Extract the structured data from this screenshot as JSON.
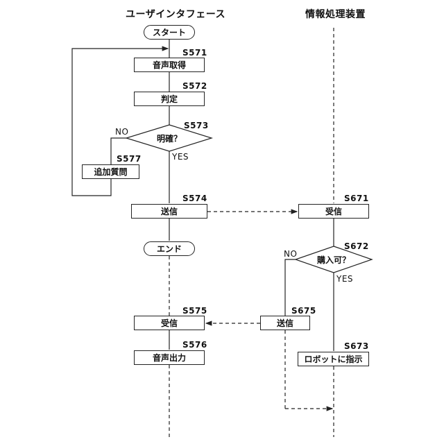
{
  "lanes": {
    "user_interface": "ユーザインタフェース",
    "info_processor": "情報処理装置"
  },
  "ui": {
    "start": "スタート",
    "end": "エンド",
    "s571": {
      "step": "S571",
      "label": "音声取得"
    },
    "s572": {
      "step": "S572",
      "label": "判定"
    },
    "s573": {
      "step": "S573",
      "label": "明確？",
      "yes": "YES",
      "no": "NO"
    },
    "s577": {
      "step": "S577",
      "label": "追加質問"
    },
    "s574": {
      "step": "S574",
      "label": "送信"
    },
    "s575": {
      "step": "S575",
      "label": "受信"
    },
    "s576": {
      "step": "S576",
      "label": "音声出力"
    }
  },
  "server": {
    "s671": {
      "step": "S671",
      "label": "受信"
    },
    "s672": {
      "step": "S672",
      "label": "購入可？",
      "yes": "YES",
      "no": "NO"
    },
    "s675": {
      "step": "S675",
      "label": "送信"
    },
    "s673": {
      "step": "S673",
      "label": "ロボットに指示"
    }
  }
}
